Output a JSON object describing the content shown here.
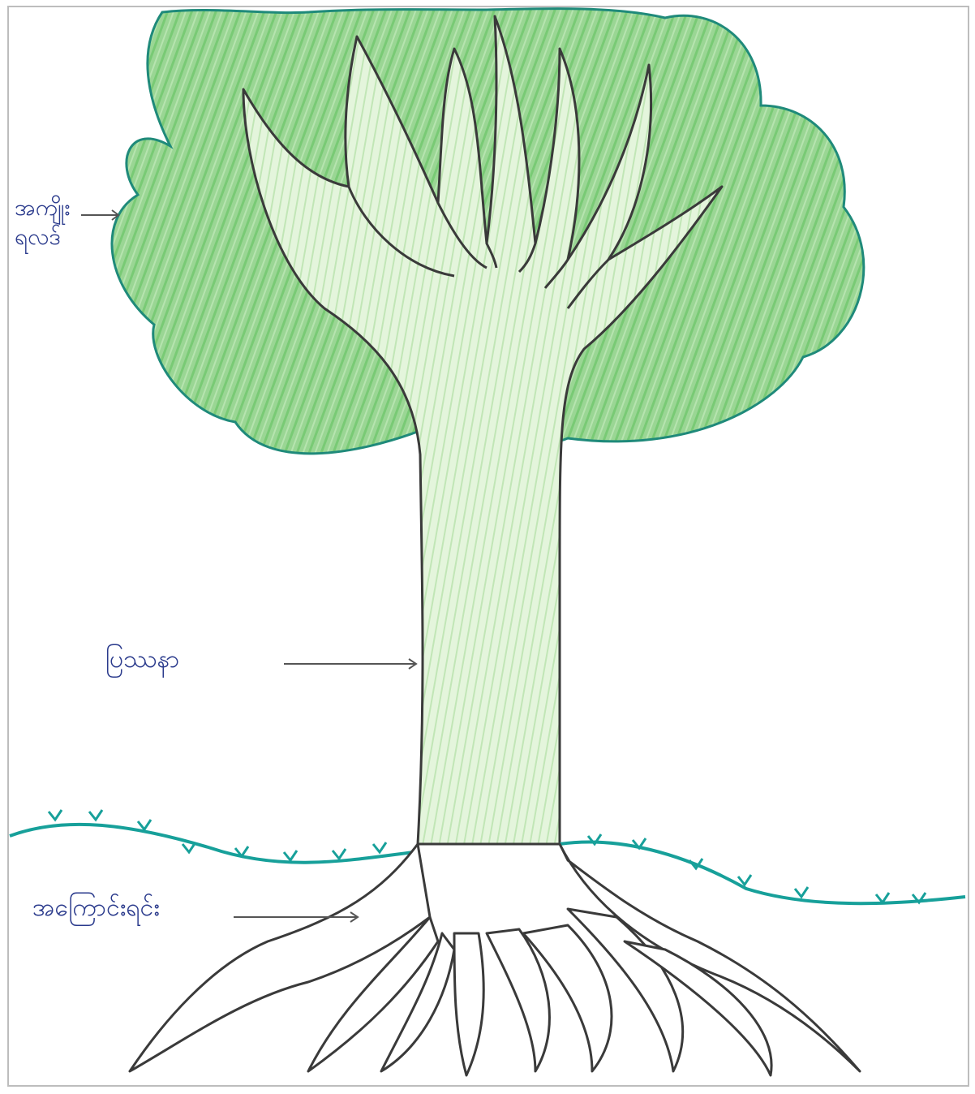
{
  "labels": {
    "effects": "အကျိုး ရလဒ်",
    "problem": "ပြဿနာ",
    "causes": "အကြောင်းရင်း"
  },
  "colors": {
    "ink": "#2a3a8c",
    "canopy_fill": "#8fd08a",
    "canopy_outline": "#1f8a7a",
    "trunk_fill": "#d9f0cf",
    "ground_line": "#17a09a",
    "pencil": "#3a3a3a"
  },
  "icons": [
    "grass-sprout-icon"
  ]
}
